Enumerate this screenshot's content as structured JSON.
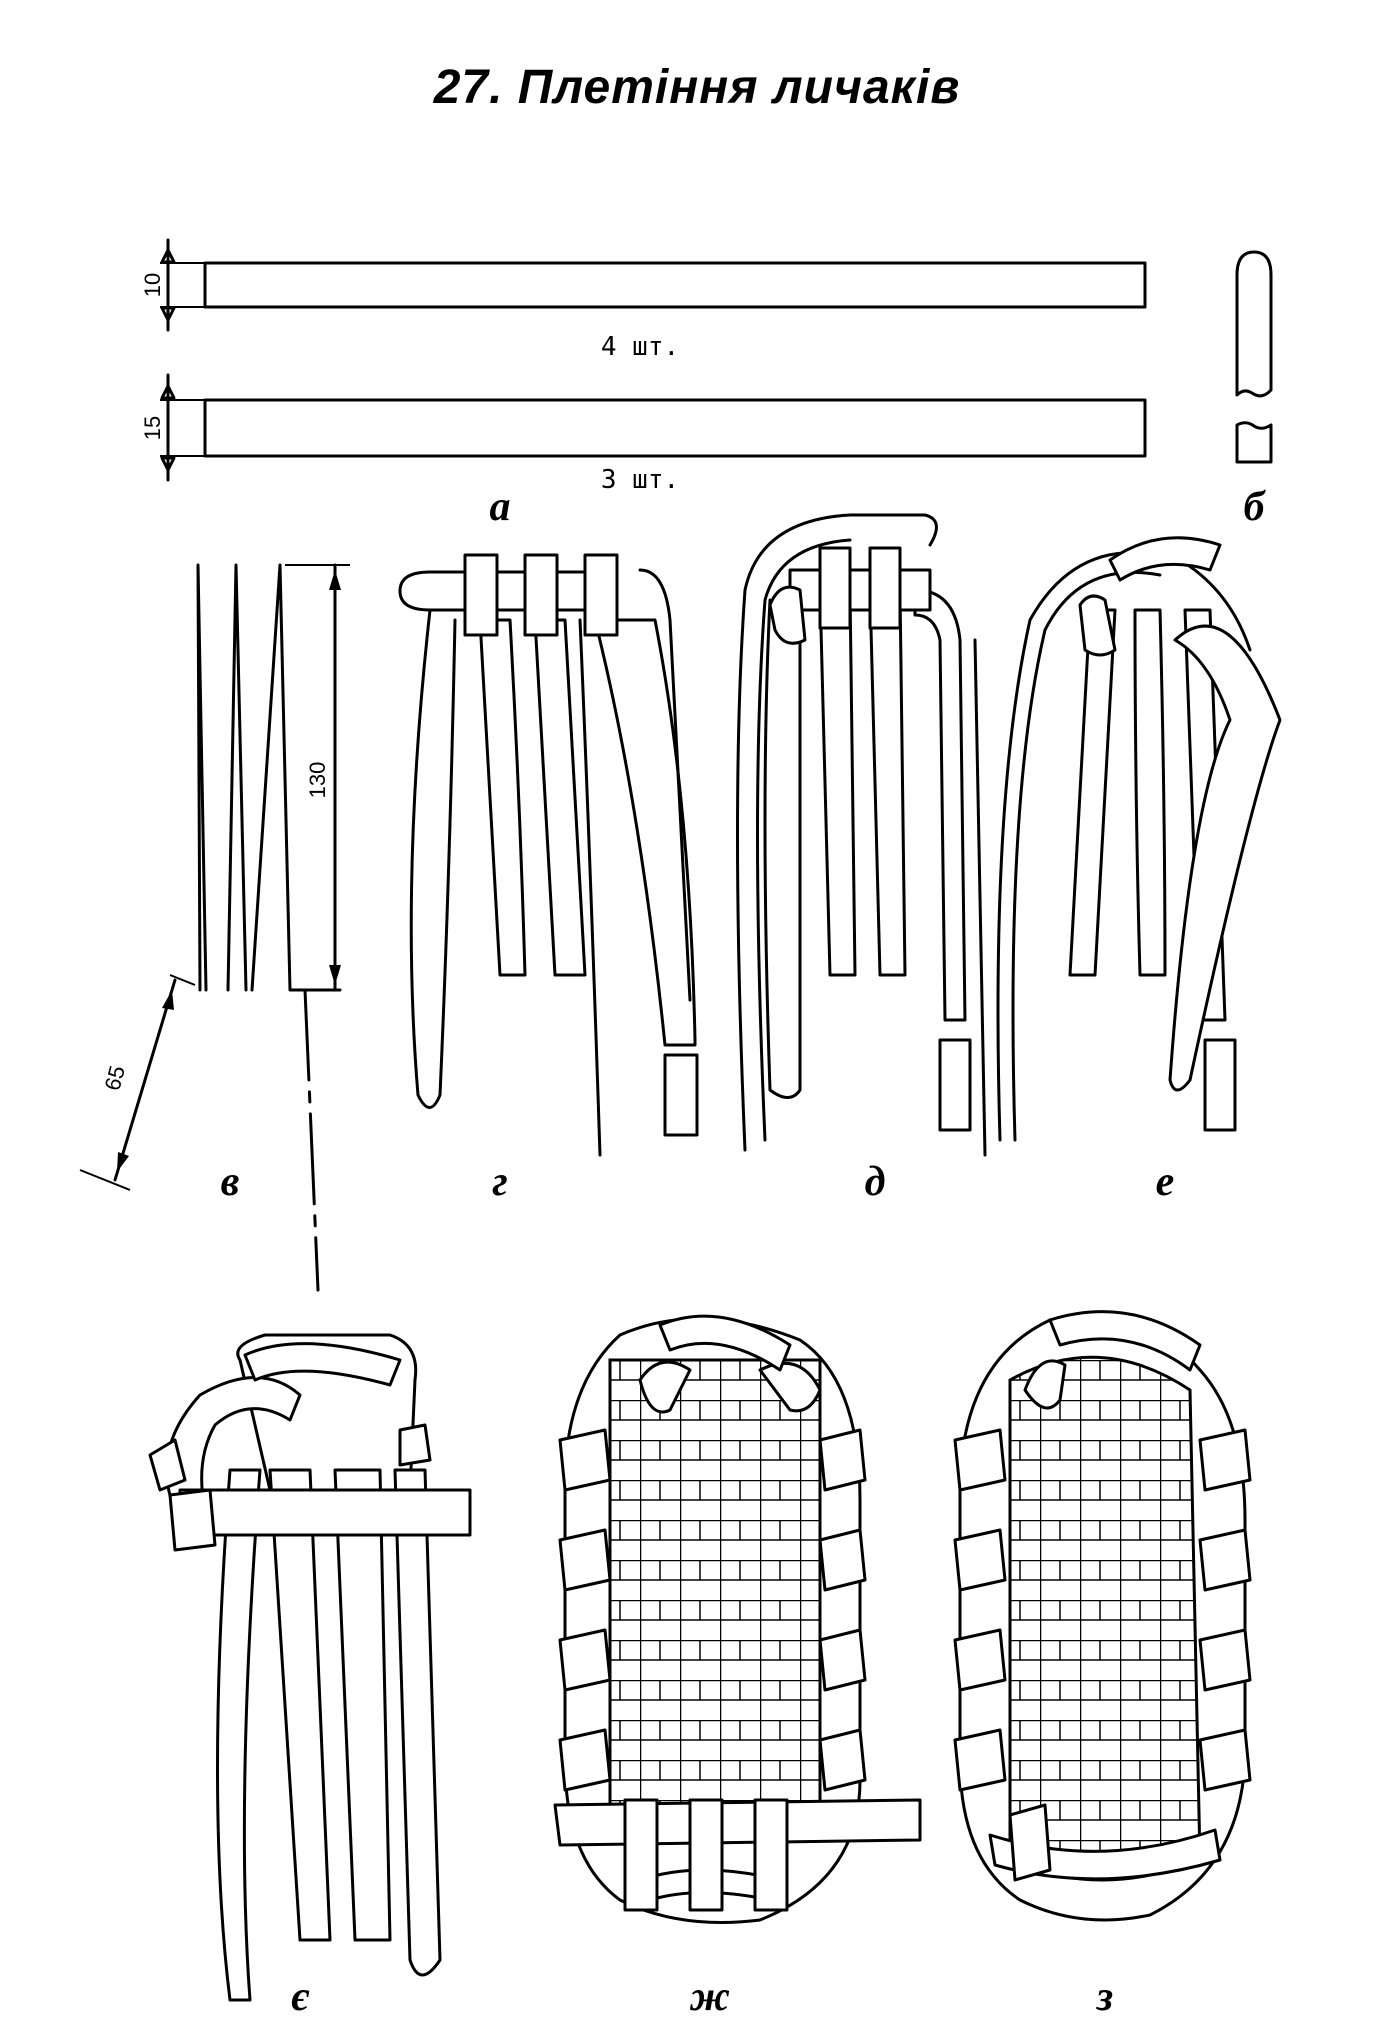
{
  "title": "27. Плетіння личаків",
  "strips": [
    {
      "width_dim": "10",
      "quantity": "4 шт."
    },
    {
      "width_dim": "15",
      "quantity": "3 шт."
    }
  ],
  "dimensions": {
    "length": "130",
    "cut": "65"
  },
  "labels": {
    "a": "а",
    "b": "б",
    "v": "в",
    "g": "г",
    "d": "д",
    "e": "е",
    "ye": "є",
    "zh": "ж",
    "z": "з"
  }
}
